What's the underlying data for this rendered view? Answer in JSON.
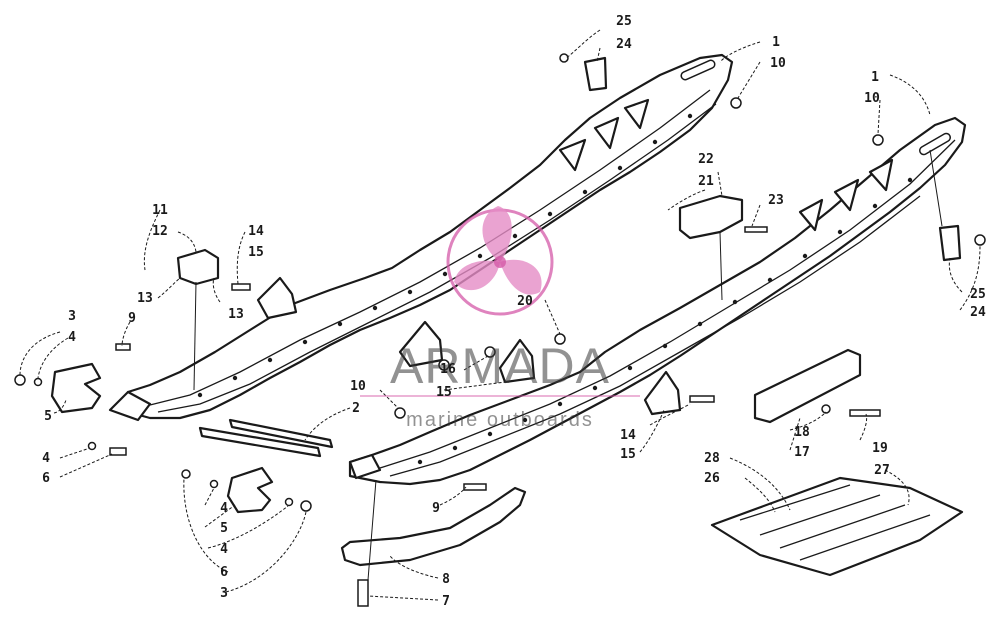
{
  "callouts": [
    {
      "id": "c25a",
      "text": "25"
    },
    {
      "id": "c24a",
      "text": "24"
    },
    {
      "id": "c1a",
      "text": "1"
    },
    {
      "id": "c10a",
      "text": "10"
    },
    {
      "id": "c1b",
      "text": "1"
    },
    {
      "id": "c10b",
      "text": "10"
    },
    {
      "id": "c22",
      "text": "22"
    },
    {
      "id": "c21",
      "text": "21"
    },
    {
      "id": "c23",
      "text": "23"
    },
    {
      "id": "c11",
      "text": "11"
    },
    {
      "id": "c12",
      "text": "12"
    },
    {
      "id": "c14a",
      "text": "14"
    },
    {
      "id": "c15a",
      "text": "15"
    },
    {
      "id": "c13a",
      "text": "13"
    },
    {
      "id": "c13b",
      "text": "13"
    },
    {
      "id": "c3a",
      "text": "3"
    },
    {
      "id": "c4a",
      "text": "4"
    },
    {
      "id": "c9a",
      "text": "9"
    },
    {
      "id": "c20",
      "text": "20"
    },
    {
      "id": "c25b",
      "text": "25"
    },
    {
      "id": "c24b",
      "text": "24"
    },
    {
      "id": "c16",
      "text": "16"
    },
    {
      "id": "c15b",
      "text": "15"
    },
    {
      "id": "c5a",
      "text": "5"
    },
    {
      "id": "c10c",
      "text": "10"
    },
    {
      "id": "c2",
      "text": "2"
    },
    {
      "id": "c14b",
      "text": "14"
    },
    {
      "id": "c15c",
      "text": "15"
    },
    {
      "id": "c18",
      "text": "18"
    },
    {
      "id": "c17",
      "text": "17"
    },
    {
      "id": "c19",
      "text": "19"
    },
    {
      "id": "c4b",
      "text": "4"
    },
    {
      "id": "c6a",
      "text": "6"
    },
    {
      "id": "c28",
      "text": "28"
    },
    {
      "id": "c27",
      "text": "27"
    },
    {
      "id": "c26",
      "text": "26"
    },
    {
      "id": "c9b",
      "text": "9"
    },
    {
      "id": "c4c",
      "text": "4"
    },
    {
      "id": "c5b",
      "text": "5"
    },
    {
      "id": "c4d",
      "text": "4"
    },
    {
      "id": "c6b",
      "text": "6"
    },
    {
      "id": "c3b",
      "text": "3"
    },
    {
      "id": "c8",
      "text": "8"
    },
    {
      "id": "c7",
      "text": "7"
    }
  ],
  "watermark": {
    "brand": "ARMADA",
    "tagline": "marine outboards",
    "logo_color": "#d45aa8",
    "logo_icon": "propeller-icon"
  }
}
